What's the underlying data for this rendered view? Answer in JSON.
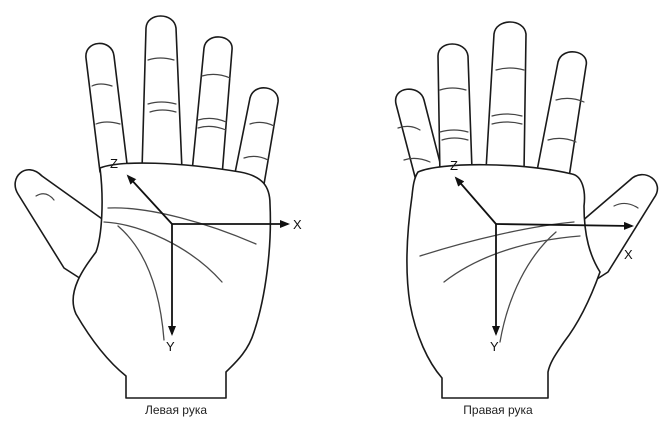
{
  "figure": {
    "hands": [
      {
        "caption": "Левая рука",
        "axes": {
          "x": "X",
          "y": "Y",
          "z": "Z"
        }
      },
      {
        "caption": "Правая рука",
        "axes": {
          "x": "X",
          "y": "Y",
          "z": "Z"
        }
      }
    ]
  }
}
